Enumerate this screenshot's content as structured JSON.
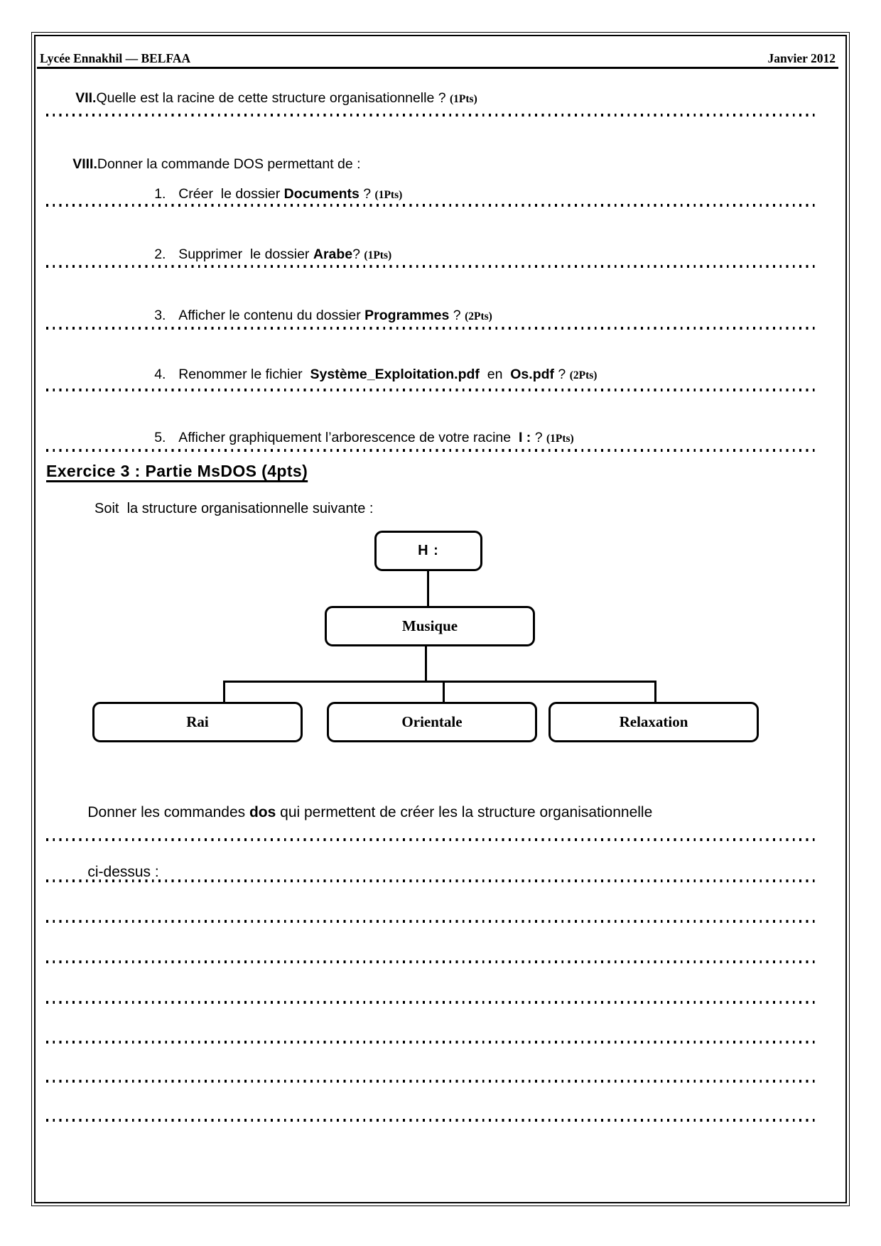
{
  "header": {
    "school": "Lycée Ennakhil — BELFAA",
    "date": "Janvier 2012"
  },
  "q7": {
    "num": "VII.",
    "text": "Quelle est la racine de cette structure organisationnelle ? ",
    "pts": "(1Pts)"
  },
  "q8": {
    "num": "VIII.",
    "text": "Donner la commande DOS permettant de :",
    "items": [
      {
        "num": "1.",
        "pre": "Créer  le dossier ",
        "bold": "Documents",
        "post": " ? ",
        "pts": "(1Pts)"
      },
      {
        "num": "2.",
        "pre": "Supprimer  le dossier ",
        "bold": "Arabe",
        "post": "? ",
        "pts": "(1Pts)"
      },
      {
        "num": "3.",
        "pre": "Afficher le contenu du dossier ",
        "bold": "Programmes",
        "post": " ? ",
        "pts": "(2Pts)"
      },
      {
        "num": "4.",
        "pre": "Renommer le fichier  ",
        "bold": "Système_Exploitation.pdf",
        "mid": "  en  ",
        "bold2": "Os.pdf",
        "post": " ? ",
        "pts": "(2Pts)"
      },
      {
        "num": "5.",
        "pre": "Afficher graphiquement l’arborescence de votre racine  ",
        "bold": "I :",
        "post": " ? ",
        "pts": "(1Pts)"
      }
    ]
  },
  "ex3": {
    "title": "Exercice 3 : Partie MsDOS (4pts)",
    "intro": "Soit  la structure organisationnelle suivante :"
  },
  "diagram": {
    "root": "H :",
    "level1": "Musique",
    "children": [
      "Rai",
      "Orientale",
      "Relaxation"
    ]
  },
  "closing": {
    "pre": "Donner les commandes ",
    "bold": "dos",
    "post": " qui permettent de créer les la structure organisationnelle",
    "line2": "ci-dessus :"
  }
}
